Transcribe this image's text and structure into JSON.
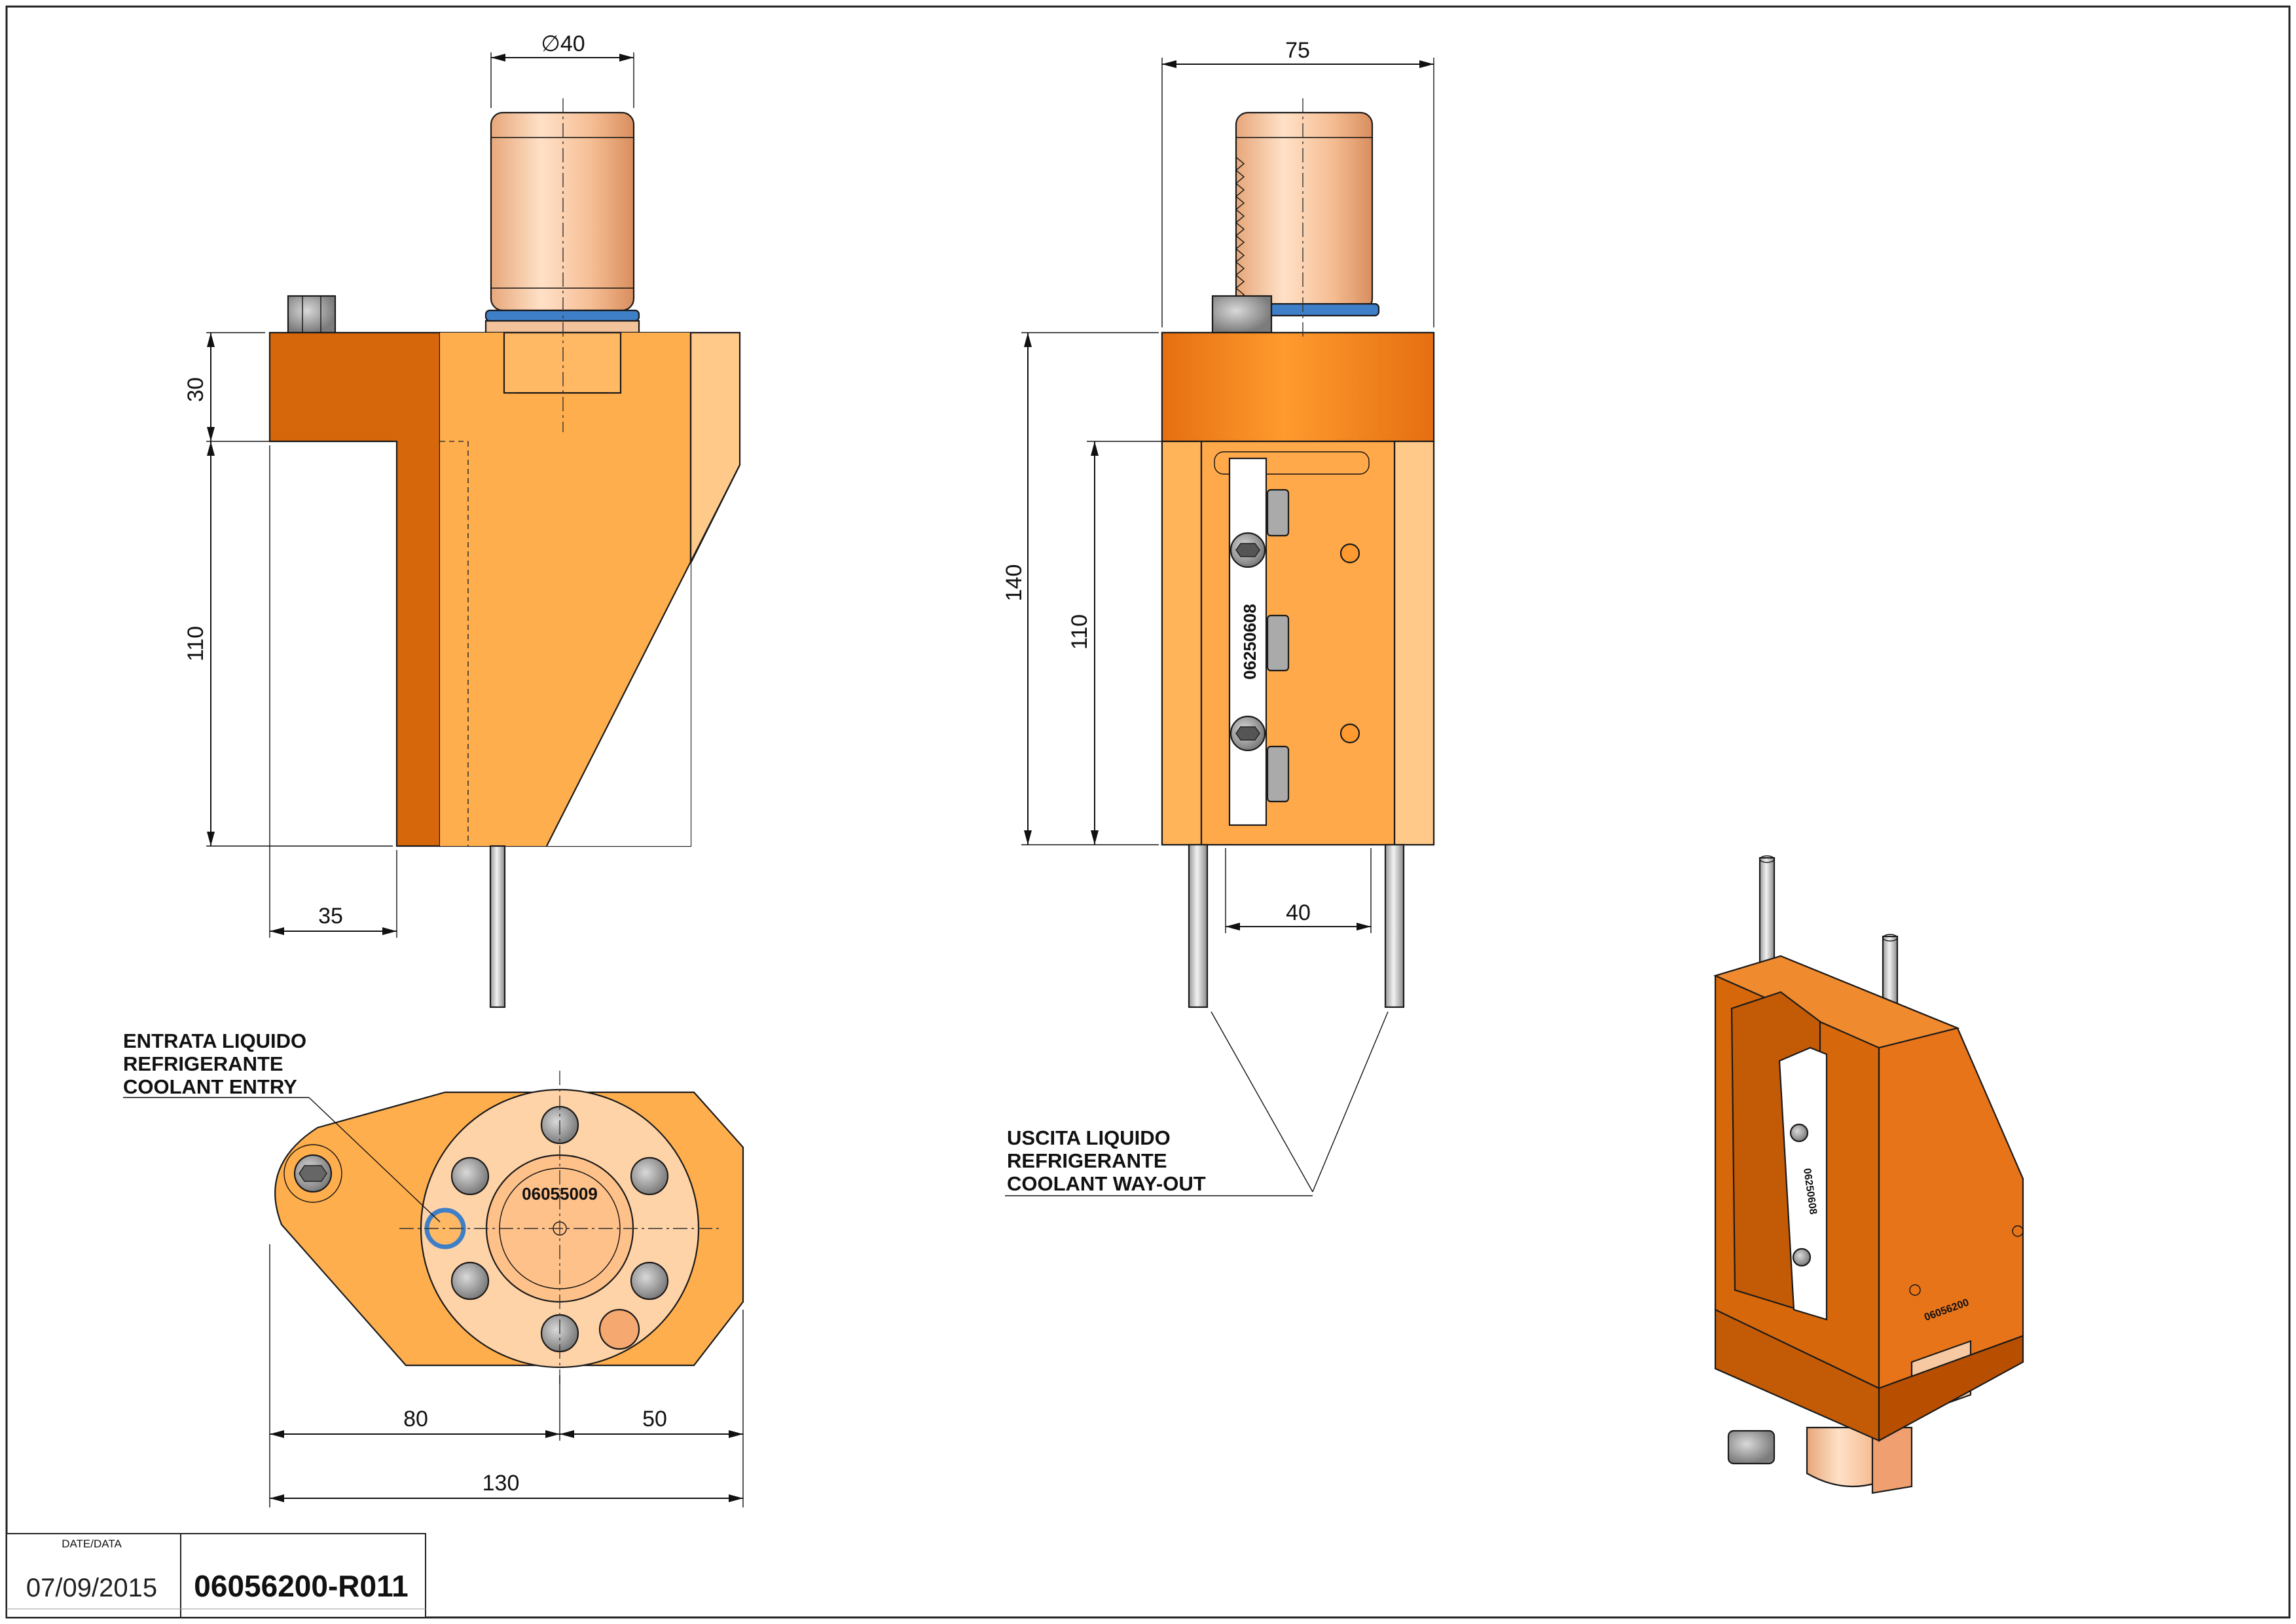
{
  "dimensions": {
    "front_diameter": "∅40",
    "front_flange": "30",
    "front_height": "110",
    "front_offset": "35",
    "side_width": "75",
    "side_total": "140",
    "side_height": "110",
    "side_pin_spacing": "40",
    "bottom_left": "80",
    "bottom_right": "50",
    "bottom_total": "130"
  },
  "notes": {
    "coolant_entry": [
      "ENTRATA LIQUIDO",
      "REFRIGERANTE",
      "COOLANT ENTRY"
    ],
    "coolant_out": [
      "USCITA LIQUIDO",
      "REFRIGERANTE",
      "COOLANT WAY-OUT"
    ]
  },
  "engravings": {
    "side_plate": "06250608",
    "bottom_shaft": "06055009",
    "iso_plate": "06250608",
    "iso_body": "06056200"
  },
  "title_block": {
    "date_label": "DATE/DATA",
    "date": "07/09/2015",
    "drawing_code": "06056200-R011"
  },
  "colors": {
    "body": "#FFAE4D",
    "body_dark": "#D6670A",
    "body_light": "#FFC98A",
    "shaft": "#F7C9A2",
    "seal": "#3F7FC7",
    "iso_body": "#E8741A"
  }
}
